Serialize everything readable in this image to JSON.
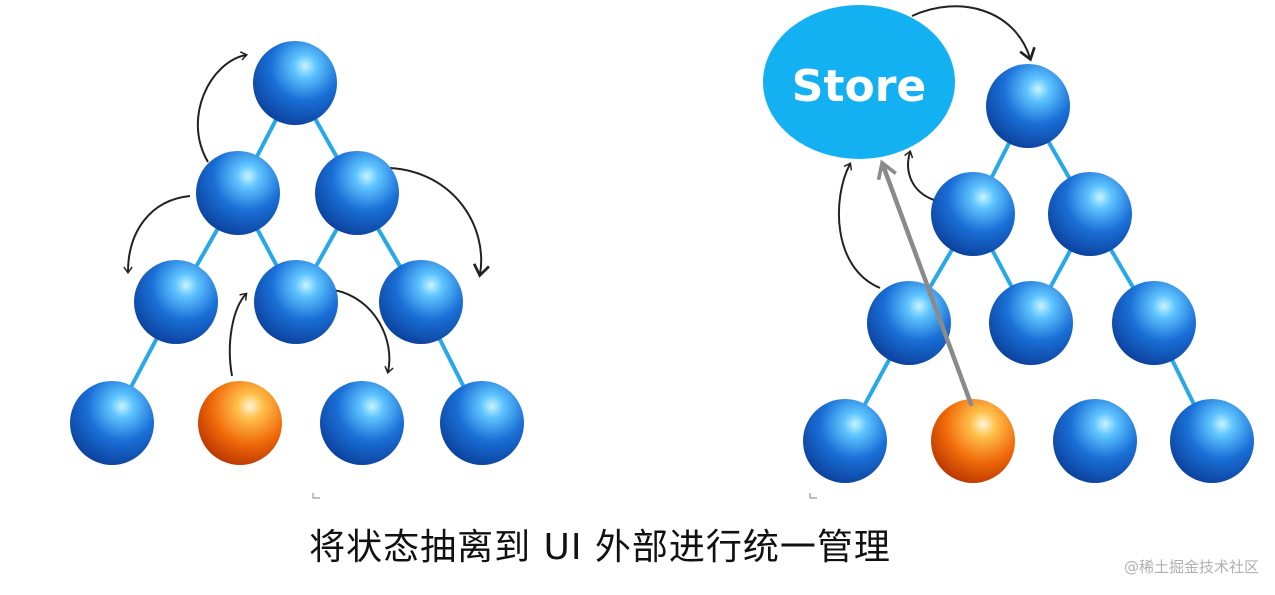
{
  "caption": "将状态抽离到 UI 外部进行统一管理",
  "watermark": "@稀土掘金技术社区",
  "store_label": "Store",
  "colors": {
    "node": "#1a6fd6",
    "node_highlight": "#5fc4ff",
    "active_node": "#f06a0a",
    "active_highlight": "#ffe9b0",
    "edge": "#27a8e8",
    "store": "#14b1f2",
    "arrow": "#222222",
    "store_arrow": "#8a8a8a"
  }
}
